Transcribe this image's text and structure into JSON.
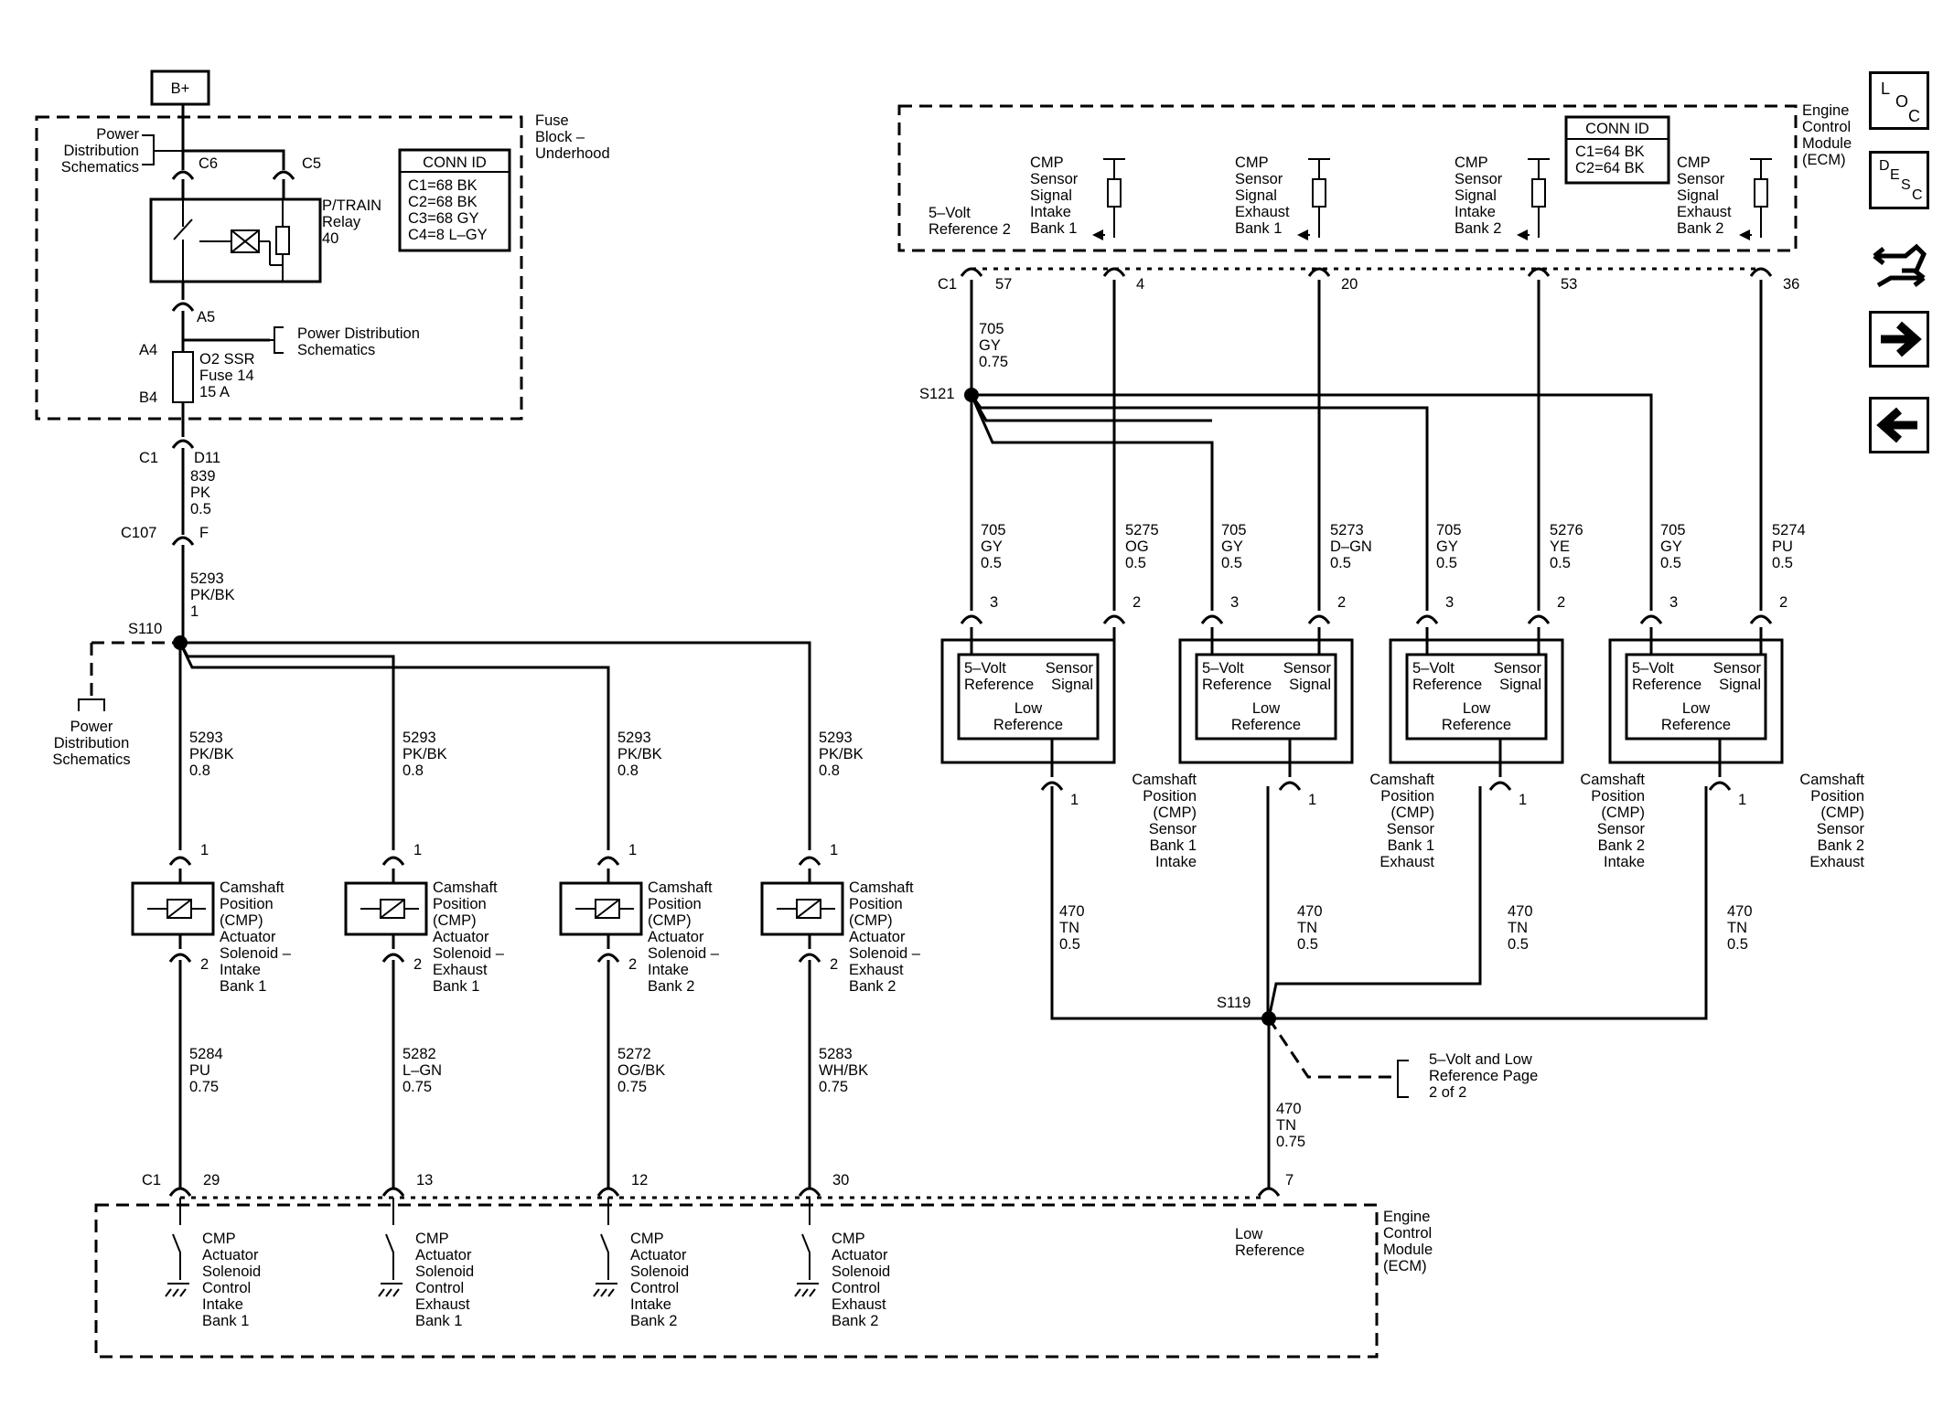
{
  "fuse_block": {
    "bplus": "B+",
    "title": [
      "Fuse",
      "Block –",
      "Underhood"
    ],
    "pd_top": [
      "Power",
      "Distribution",
      "Schematics"
    ],
    "pins": {
      "c6": "C6",
      "c5": "C5",
      "a5": "A5",
      "a4": "A4",
      "b4": "B4"
    },
    "relay": [
      "P/TRAIN",
      "Relay",
      "40"
    ],
    "pd_mid": [
      "Power Distribution",
      "Schematics"
    ],
    "fuse": [
      "O2 SSR",
      "Fuse 14",
      "15 A"
    ],
    "conn": {
      "title": "CONN ID",
      "lines": [
        "C1=68 BK",
        "C2=68 BK",
        "C3=68 GY",
        "C4=8 L–GY"
      ]
    }
  },
  "feed": {
    "c1": "C1",
    "d11": "D11",
    "w1": [
      "839",
      "PK",
      "0.5"
    ],
    "c107": "C107",
    "f": "F",
    "w2": [
      "5293",
      "PK/BK",
      "1"
    ],
    "s110": "S110",
    "pd_left": [
      "Power",
      "Distribution",
      "Schematics"
    ]
  },
  "solenoids": [
    {
      "wire_in": [
        "5293",
        "PK/BK",
        "0.8"
      ],
      "pin1": "1",
      "pin2": "2",
      "name": [
        "Camshaft",
        "Position",
        "(CMP)",
        "Actuator",
        "Solenoid –",
        "Intake",
        "Bank 1"
      ],
      "wire_out": [
        "5284",
        "PU",
        "0.75"
      ],
      "ecm_pin": "29",
      "ecm_label": [
        "CMP",
        "Actuator",
        "Solenoid",
        "Control",
        "Intake",
        "Bank 1"
      ]
    },
    {
      "wire_in": [
        "5293",
        "PK/BK",
        "0.8"
      ],
      "pin1": "1",
      "pin2": "2",
      "name": [
        "Camshaft",
        "Position",
        "(CMP)",
        "Actuator",
        "Solenoid –",
        "Exhaust",
        "Bank 1"
      ],
      "wire_out": [
        "5282",
        "L–GN",
        "0.75"
      ],
      "ecm_pin": "13",
      "ecm_label": [
        "CMP",
        "Actuator",
        "Solenoid",
        "Control",
        "Exhaust",
        "Bank 1"
      ]
    },
    {
      "wire_in": [
        "5293",
        "PK/BK",
        "0.8"
      ],
      "pin1": "1",
      "pin2": "2",
      "name": [
        "Camshaft",
        "Position",
        "(CMP)",
        "Actuator",
        "Solenoid –",
        "Intake",
        "Bank 2"
      ],
      "wire_out": [
        "5272",
        "OG/BK",
        "0.75"
      ],
      "ecm_pin": "12",
      "ecm_label": [
        "CMP",
        "Actuator",
        "Solenoid",
        "Control",
        "Intake",
        "Bank 2"
      ]
    },
    {
      "wire_in": [
        "5293",
        "PK/BK",
        "0.8"
      ],
      "pin1": "1",
      "pin2": "2",
      "name": [
        "Camshaft",
        "Position",
        "(CMP)",
        "Actuator",
        "Solenoid –",
        "Exhaust",
        "Bank 2"
      ],
      "wire_out": [
        "5283",
        "WH/BK",
        "0.75"
      ],
      "ecm_pin": "30",
      "ecm_label": [
        "CMP",
        "Actuator",
        "Solenoid",
        "Control",
        "Exhaust",
        "Bank 2"
      ]
    }
  ],
  "ecm_bottom": {
    "c1": "C1",
    "title": [
      "Engine",
      "Control",
      "Module",
      "(ECM)"
    ],
    "low_ref": [
      "Low",
      "Reference"
    ],
    "low_ref_pin": "7"
  },
  "ecm_top": {
    "title": [
      "Engine",
      "Control",
      "Module",
      "(ECM)"
    ],
    "conn": {
      "title": "CONN ID",
      "lines": [
        "C1=64 BK",
        "C2=64 BK"
      ]
    },
    "ref": [
      "5–Volt",
      "Reference 2"
    ],
    "c1": "C1",
    "ref_pin": "57",
    "signals": [
      {
        "label": [
          "CMP",
          "Sensor",
          "Signal",
          "Intake",
          "Bank 1"
        ],
        "pin": "4"
      },
      {
        "label": [
          "CMP",
          "Sensor",
          "Signal",
          "Exhaust",
          "Bank 1"
        ],
        "pin": "20"
      },
      {
        "label": [
          "CMP",
          "Sensor",
          "Signal",
          "Intake",
          "Bank 2"
        ],
        "pin": "53"
      },
      {
        "label": [
          "CMP",
          "Sensor",
          "Signal",
          "Exhaust",
          "Bank 2"
        ],
        "pin": "36"
      }
    ],
    "ref_wire": [
      "705",
      "GY",
      "0.75"
    ],
    "s121": "S121"
  },
  "sensors": [
    {
      "ref_wire": [
        "705",
        "GY",
        "0.5"
      ],
      "sig_wire": [
        "5275",
        "OG",
        "0.5"
      ],
      "pin3": "3",
      "pin2": "2",
      "pin1": "1",
      "box": {
        "ref": [
          "5–Volt",
          "Reference"
        ],
        "sig": [
          "Sensor",
          "Signal"
        ],
        "low": [
          "Low",
          "Reference"
        ]
      },
      "name": [
        "Camshaft",
        "Position",
        "(CMP)",
        "Sensor",
        "Bank 1",
        "Intake"
      ],
      "low_wire": [
        "470",
        "TN",
        "0.5"
      ]
    },
    {
      "ref_wire": [
        "705",
        "GY",
        "0.5"
      ],
      "sig_wire": [
        "5273",
        "D–GN",
        "0.5"
      ],
      "pin3": "3",
      "pin2": "2",
      "pin1": "1",
      "box": {
        "ref": [
          "5–Volt",
          "Reference"
        ],
        "sig": [
          "Sensor",
          "Signal"
        ],
        "low": [
          "Low",
          "Reference"
        ]
      },
      "name": [
        "Camshaft",
        "Position",
        "(CMP)",
        "Sensor",
        "Bank 1",
        "Exhaust"
      ],
      "low_wire": [
        "470",
        "TN",
        "0.5"
      ]
    },
    {
      "ref_wire": [
        "705",
        "GY",
        "0.5"
      ],
      "sig_wire": [
        "5276",
        "YE",
        "0.5"
      ],
      "pin3": "3",
      "pin2": "2",
      "pin1": "1",
      "box": {
        "ref": [
          "5–Volt",
          "Reference"
        ],
        "sig": [
          "Sensor",
          "Signal"
        ],
        "low": [
          "Low",
          "Reference"
        ]
      },
      "name": [
        "Camshaft",
        "Position",
        "(CMP)",
        "Sensor",
        "Bank 2",
        "Intake"
      ],
      "low_wire": [
        "470",
        "TN",
        "0.5"
      ]
    },
    {
      "ref_wire": [
        "705",
        "GY",
        "0.5"
      ],
      "sig_wire": [
        "5274",
        "PU",
        "0.5"
      ],
      "pin3": "3",
      "pin2": "2",
      "pin1": "1",
      "box": {
        "ref": [
          "5–Volt",
          "Reference"
        ],
        "sig": [
          "Sensor",
          "Signal"
        ],
        "low": [
          "Low",
          "Reference"
        ]
      },
      "name": [
        "Camshaft",
        "Position",
        "(CMP)",
        "Sensor",
        "Bank 2",
        "Exhaust"
      ],
      "low_wire": [
        "470",
        "TN",
        "0.5"
      ]
    }
  ],
  "low_ref": {
    "s119": "S119",
    "page_ref": [
      "5–Volt and Low",
      "Reference Page",
      "2 of 2"
    ],
    "wire": [
      "470",
      "TN",
      "0.75"
    ]
  },
  "nav": {
    "loc": [
      "L",
      "O",
      "C"
    ],
    "desc": [
      "D",
      "E",
      "S",
      "C"
    ],
    "icons": [
      "loc-icon",
      "desc-icon",
      "connector-swap-icon",
      "forward-arrow-icon",
      "back-arrow-icon"
    ]
  }
}
